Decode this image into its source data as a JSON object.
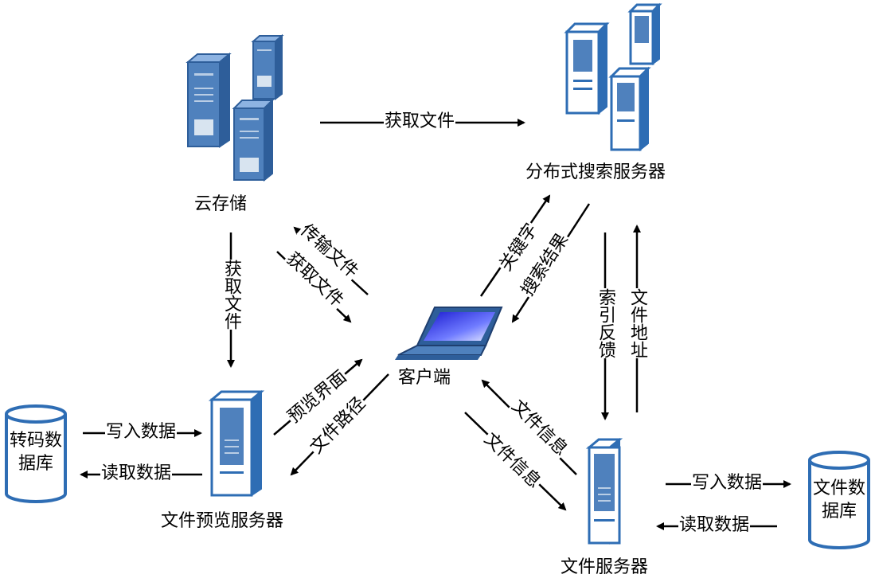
{
  "nodes": {
    "cloud_storage": "云存储",
    "search_server": "分布式搜索服务器",
    "client": "客户端",
    "preview_server": "文件预览服务器",
    "file_server": "文件服务器",
    "transcode_db_line1": "转码数",
    "transcode_db_line2": "据库",
    "file_db_line1": "文件数",
    "file_db_line2": "据库"
  },
  "edges": {
    "cloud_to_search": "获取文件",
    "cloud_to_preview": "获取文件",
    "client_to_cloud": "传输文件",
    "cloud_to_client": "获取文件",
    "client_to_search": "关键字",
    "search_to_client": "搜索结果",
    "search_to_fileserver": "索引反馈",
    "fileserver_to_search": "文件地址",
    "preview_to_client": "预览界面",
    "client_to_preview": "文件路径",
    "fileserver_to_client": "文件信息",
    "client_to_fileserver": "文件信息",
    "preview_to_transcode": "写入数据",
    "transcode_to_preview": "读取数据",
    "fileserver_to_filedb": "写入数据",
    "filedb_to_fileserver": "读取数据"
  },
  "colors": {
    "server_fill": "#4F81BD",
    "server_dark": "#2E5E9A",
    "server_light": "#B9CDE5",
    "line": "#000000"
  }
}
